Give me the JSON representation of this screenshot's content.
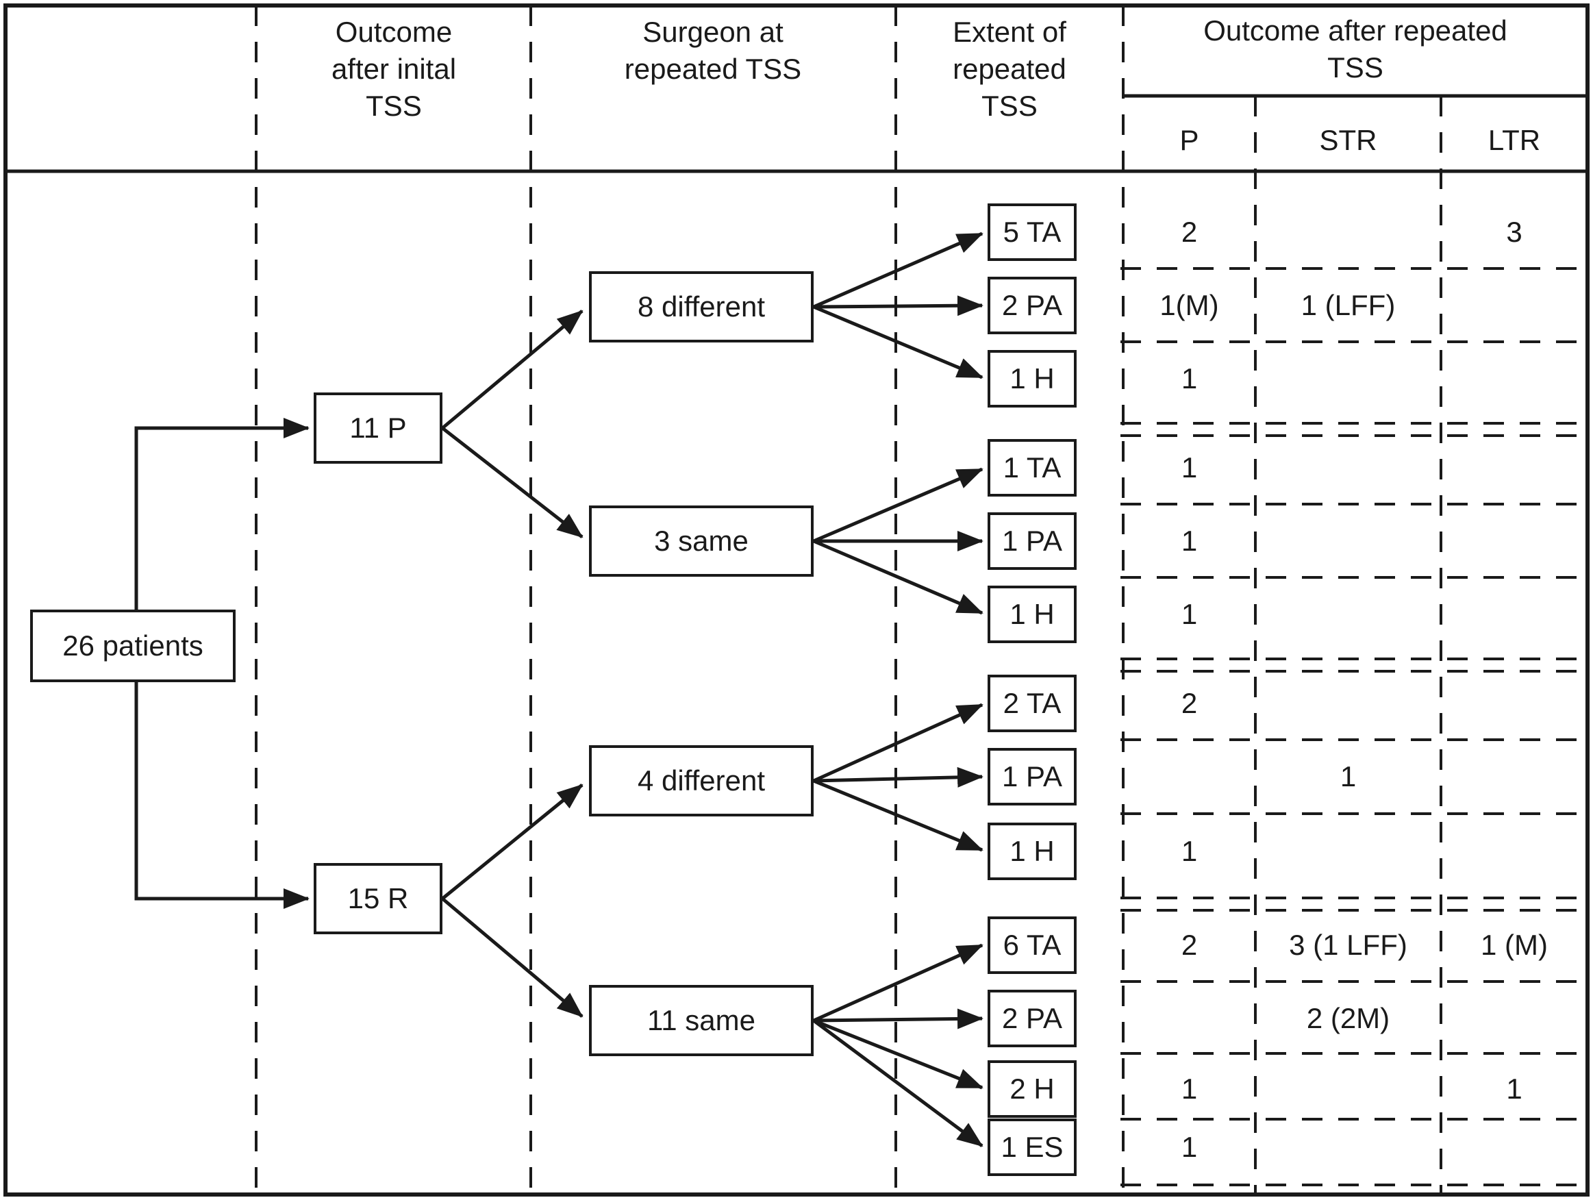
{
  "headers": {
    "outcome_initial": "Outcome\nafter inital\nTSS",
    "surgeon_repeated": "Surgeon at\nrepeated TSS",
    "extent_repeated": "Extent of\nrepeated\nTSS",
    "outcome_repeated": "Outcome after repeated\nTSS",
    "sub_columns": [
      "P",
      "STR",
      "LTR"
    ]
  },
  "flow": {
    "root": "26 patients",
    "branches": [
      {
        "label": "11 P",
        "children": [
          {
            "label": "8 different",
            "rows": [
              {
                "extent": "5 TA",
                "p": "2",
                "str": "",
                "ltr": "3"
              },
              {
                "extent": "2 PA",
                "p": "1(M)",
                "str": "1 (LFF)",
                "ltr": ""
              },
              {
                "extent": "1 H",
                "p": "1",
                "str": "",
                "ltr": ""
              }
            ]
          },
          {
            "label": "3 same",
            "rows": [
              {
                "extent": "1 TA",
                "p": "1",
                "str": "",
                "ltr": ""
              },
              {
                "extent": "1 PA",
                "p": "1",
                "str": "",
                "ltr": ""
              },
              {
                "extent": "1 H",
                "p": "1",
                "str": "",
                "ltr": ""
              }
            ]
          }
        ]
      },
      {
        "label": "15 R",
        "children": [
          {
            "label": "4 different",
            "rows": [
              {
                "extent": "2 TA",
                "p": "2",
                "str": "",
                "ltr": ""
              },
              {
                "extent": "1 PA",
                "p": "",
                "str": "1",
                "ltr": ""
              },
              {
                "extent": "1 H",
                "p": "1",
                "str": "",
                "ltr": ""
              }
            ]
          },
          {
            "label": "11 same",
            "rows": [
              {
                "extent": "6 TA",
                "p": "2",
                "str": "3 (1 LFF)",
                "ltr": "1 (M)"
              },
              {
                "extent": "2 PA",
                "p": "",
                "str": "2 (2M)",
                "ltr": ""
              },
              {
                "extent": "2 H",
                "p": "1",
                "str": "",
                "ltr": "1"
              },
              {
                "extent": "1 ES",
                "p": "1",
                "str": "",
                "ltr": ""
              }
            ]
          }
        ]
      }
    ]
  },
  "colors": {
    "ink": "#1a1a1a",
    "background": "#ffffff"
  }
}
